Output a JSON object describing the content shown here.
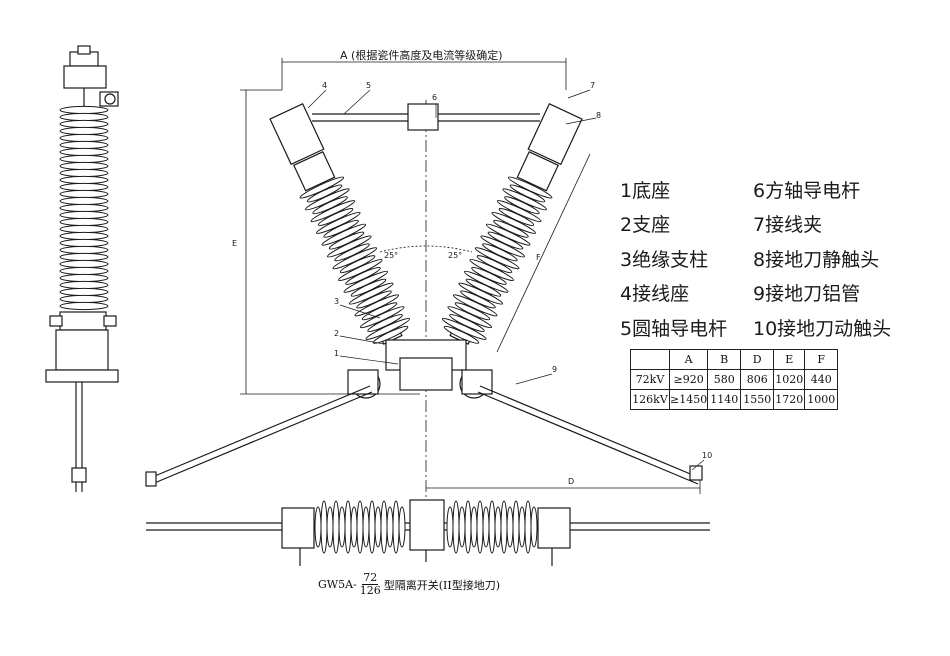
{
  "dimension_a_label": "A (根据瓷件高度及电流等级确定)",
  "dimension_letters": {
    "e": "E",
    "f": "F",
    "d": "D"
  },
  "angle_labels": {
    "left": "25°",
    "right": "25°"
  },
  "callouts": [
    "1",
    "2",
    "3",
    "4",
    "5",
    "6",
    "7",
    "8",
    "9",
    "10"
  ],
  "legend": [
    [
      "1底座",
      "6方轴导电杆"
    ],
    [
      "2支座",
      "7接线夹"
    ],
    [
      "3绝缘支柱",
      "8接地刀静触头"
    ],
    [
      "4接线座",
      "9接地刀铝管"
    ],
    [
      "5圆轴导电杆",
      "10接地刀动触头"
    ]
  ],
  "spec_table": {
    "headers": [
      "",
      "A",
      "B",
      "D",
      "E",
      "F"
    ],
    "rows": [
      [
        "72kV",
        "≥920",
        "580",
        "806",
        "1020",
        "440"
      ],
      [
        "126kV",
        "≥1450",
        "1140",
        "1550",
        "1720",
        "1000"
      ]
    ]
  },
  "caption": {
    "prefix": "GW5A-",
    "numerator": "72",
    "denominator": "126",
    "suffix": "型隔离开关(II型接地刀)"
  },
  "colors": {
    "line": "#1a1a1a",
    "fill": "#ffffff",
    "shade": "#3a3a3a"
  }
}
